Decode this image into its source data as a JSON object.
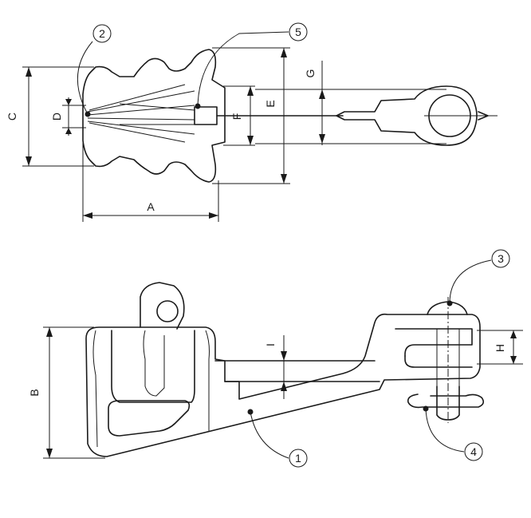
{
  "dimensions": {
    "A": "A",
    "B": "B",
    "C": "C",
    "D": "D",
    "E": "E",
    "F": "F",
    "G": "G",
    "H": "H",
    "I": "I"
  },
  "callouts": {
    "c1": "1",
    "c2": "2",
    "c3": "3",
    "c4": "4",
    "c5": "5"
  }
}
